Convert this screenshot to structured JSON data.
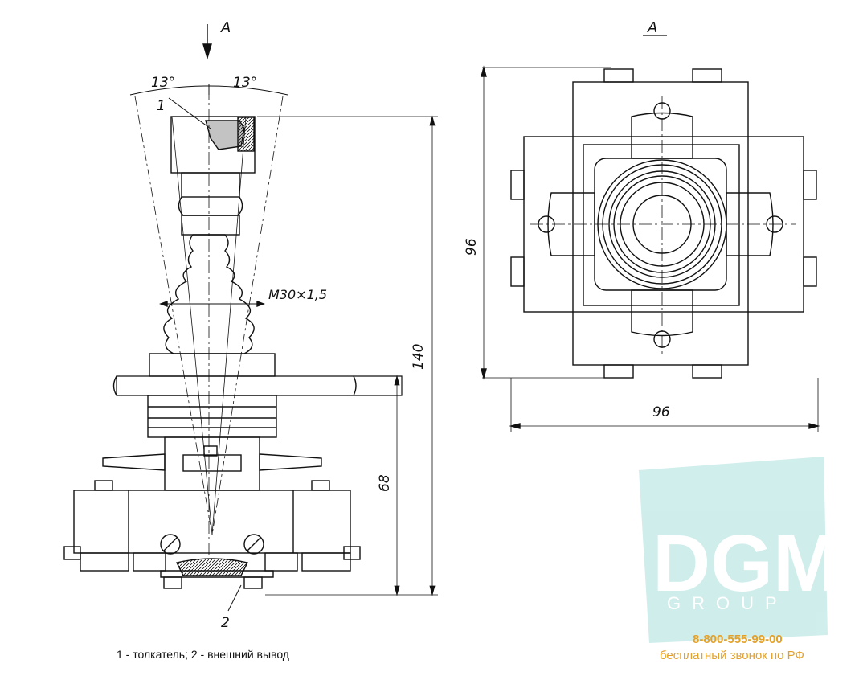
{
  "view_marker_left": "А",
  "view_marker_right": "А",
  "angle_left": "13°",
  "angle_right": "13°",
  "callout_1": "1",
  "callout_2": "2",
  "thread_label": "М30×1,5",
  "dim_height_total": "140",
  "dim_height_lower": "68",
  "dim_side_vertical": "96",
  "dim_side_horizontal": "96",
  "caption": "1 - толкатель; 2 - внешний вывод",
  "watermark": {
    "logo_text": "DGM",
    "logo_subtext": "GROUP",
    "logo_color": "#a9e0dc",
    "phone": "8-800-555-99-00",
    "free_call": "бесплатный звонок по РФ",
    "phone_color": "#e3a12a"
  }
}
